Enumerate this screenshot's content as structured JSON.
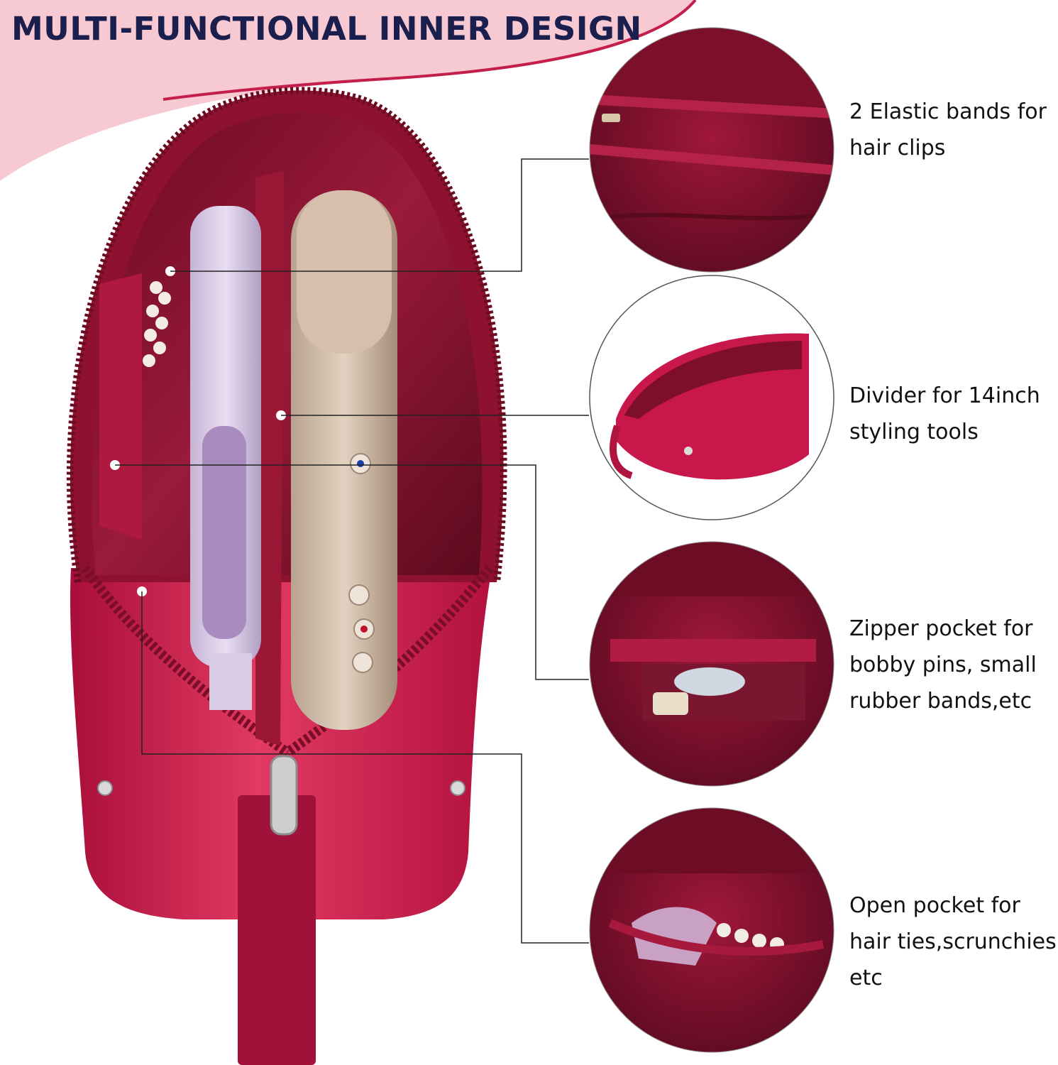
{
  "headline": "MULTI-FUNCTIONAL INNER DESIGN",
  "colors": {
    "banner_pink": "#f7c9d2",
    "banner_accent": "#c41e4a",
    "headline_navy": "#1a1f4d",
    "bag_red": "#c8174a",
    "lining_wine": "#7d0f2a",
    "leader_line": "#222222"
  },
  "features": [
    {
      "lines": [
        "2 Elastic bands for",
        "hair clips"
      ]
    },
    {
      "lines": [
        "Divider for 14inch",
        "styling tools"
      ]
    },
    {
      "lines": [
        "Zipper pocket for",
        "bobby pins, small",
        "rubber bands,etc"
      ]
    },
    {
      "lines": [
        "Open pocket for",
        "hair ties,scrunchies,",
        "etc"
      ]
    }
  ]
}
